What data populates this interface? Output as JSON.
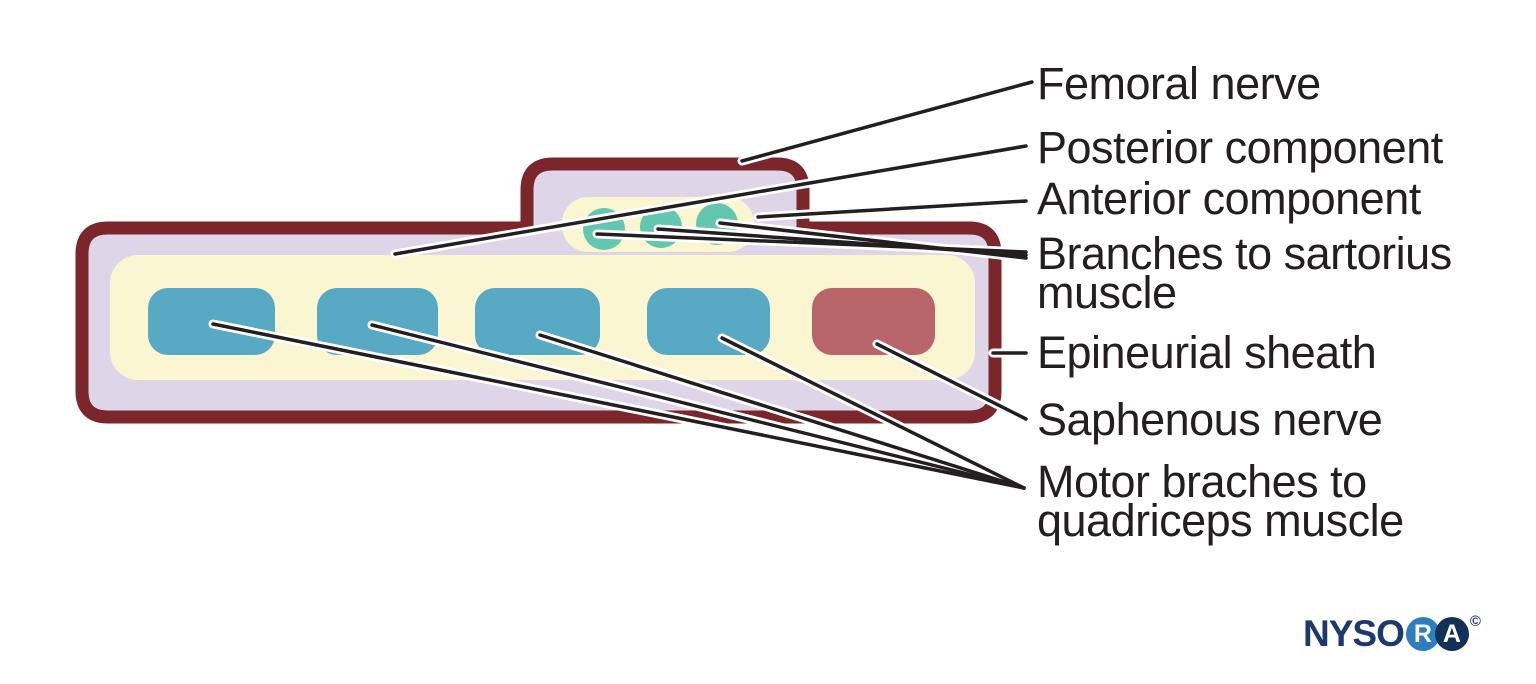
{
  "diagram": {
    "labels": {
      "femoral": "Femoral nerve",
      "posterior": "Posterior component",
      "anterior": "Anterior component",
      "branches_line1": "Branches to sartorius",
      "branches_line2": "muscle",
      "epineurial": "Epineurial sheath",
      "saphenous": "Saphenous nerve",
      "motor_line1": "Motor braches to",
      "motor_line2": "quadriceps muscle"
    },
    "colors": {
      "sheath_border": "#7a262b",
      "sheath_fill_lavender": "#ded5e8",
      "fascicle_area_cream": "#faf6d2",
      "quadriceps_fascicle_blue": "#58a9c3",
      "sartorius_fascicle_teal": "#63c6ae",
      "saphenous_fascicle_red": "#b76568",
      "leader_line": "#231f20",
      "leader_line_halo": "#ffffff",
      "label_text": "#231f20"
    }
  },
  "logo": {
    "wordmark": "NYSO",
    "disc_r": "R",
    "disc_a": "A",
    "copyright": "©",
    "colors": {
      "navy": "#1d3a6d",
      "light_blue": "#2e7dbf",
      "dark_navy": "#133156"
    }
  }
}
